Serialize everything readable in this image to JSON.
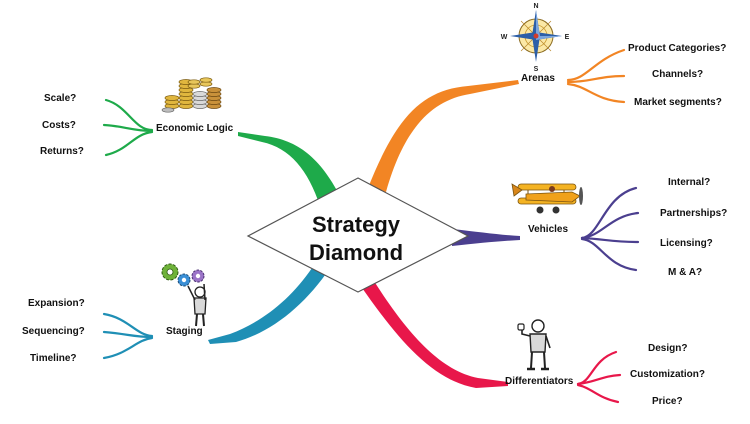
{
  "center": {
    "line1": "Strategy",
    "line2": "Diamond"
  },
  "colors": {
    "arenas": "#f28524",
    "vehicles": "#4b3f8f",
    "differentiators": "#e8174a",
    "staging": "#1f8fb5",
    "economic": "#1eaa4a"
  },
  "branches": {
    "arenas": {
      "label": "Arenas",
      "icon": "compass-rose-icon",
      "compass": {
        "n": "N",
        "s": "S",
        "e": "E",
        "w": "W"
      },
      "items": [
        "Product Categories?",
        "Channels?",
        "Market segments?"
      ]
    },
    "vehicles": {
      "label": "Vehicles",
      "icon": "biplane-icon",
      "items": [
        "Internal?",
        "Partnerships?",
        "Licensing?",
        "M & A?"
      ]
    },
    "differentiators": {
      "label": "Differentiators",
      "icon": "thumbs-up-person-icon",
      "items": [
        "Design?",
        "Customization?",
        "Price?"
      ]
    },
    "staging": {
      "label": "Staging",
      "icon": "gears-person-icon",
      "items": [
        "Expansion?",
        "Sequencing?",
        "Timeline?"
      ]
    },
    "economic": {
      "label": "Economic Logic",
      "icon": "coin-stacks-icon",
      "items": [
        "Scale?",
        "Costs?",
        "Returns?"
      ]
    }
  }
}
